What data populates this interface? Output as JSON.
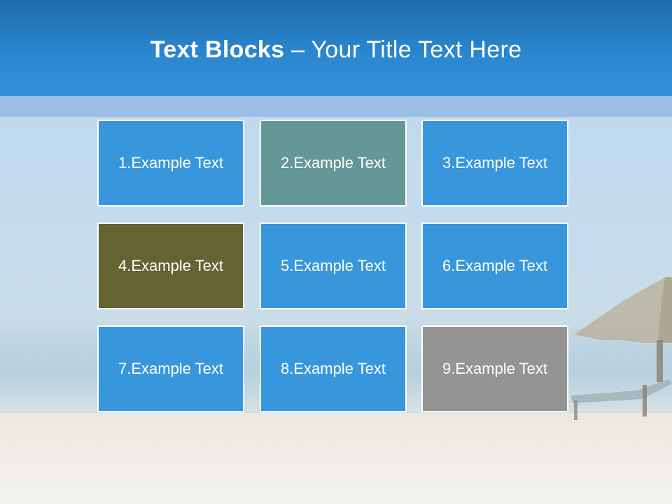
{
  "title": {
    "bold": "Text Blocks",
    "dash": " – ",
    "rest": "Your Title Text Here"
  },
  "blocks": [
    {
      "label": "1.Example Text",
      "color": "#3897dc"
    },
    {
      "label": "2.Example Text",
      "color": "#639896"
    },
    {
      "label": "3.Example Text",
      "color": "#3897dc"
    },
    {
      "label": "4.Example Text",
      "color": "#636333"
    },
    {
      "label": "5.Example Text",
      "color": "#3897dc"
    },
    {
      "label": "6.Example Text",
      "color": "#3897dc"
    },
    {
      "label": "7.Example Text",
      "color": "#3897dc"
    },
    {
      "label": "8.Example Text",
      "color": "#3897dc"
    },
    {
      "label": "9.Example Text",
      "color": "#949494"
    }
  ],
  "colors": {
    "header": "#2a86cf",
    "header_band": "#9bbfe6"
  }
}
